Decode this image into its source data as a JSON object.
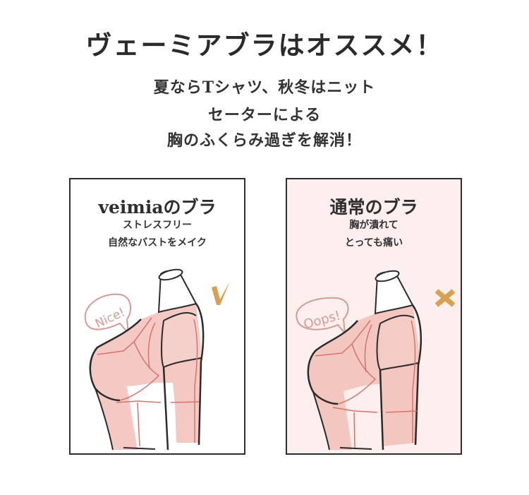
{
  "headline": "ヴェーミアブラはオススメ！",
  "subtitle": {
    "lines": [
      "夏ならTシャツ、秋冬はニット",
      "セーターによる",
      "胸のふくらみ過ぎを解消！"
    ]
  },
  "panels": [
    {
      "title": "veimiaのブラ",
      "lines": [
        "ストレスフリー",
        "自然なバストをメイク"
      ],
      "bubble_text": "Nice!",
      "mark": "✓",
      "mark_icon": "check-icon",
      "background": "#ffffff"
    },
    {
      "title": "通常のブラ",
      "lines": [
        "胸が潰れて",
        "とっても痛い"
      ],
      "bubble_text": "Oops!",
      "mark": "X",
      "mark_icon": "cross-icon",
      "background": "#fcefed"
    }
  ],
  "colors": {
    "accent_mark": "#d9a050",
    "garment_fill": "#f4c9c4",
    "garment_seam": "#d8736c",
    "bubble_stroke": "#d59a96",
    "outline": "#2b2b2b",
    "border": "#2e2e2e"
  }
}
